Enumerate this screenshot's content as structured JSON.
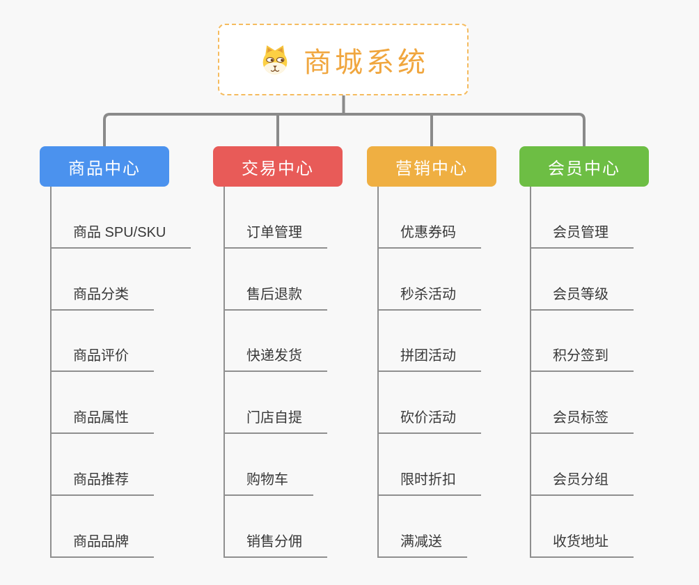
{
  "root": {
    "title": "商城系统",
    "icon": "dog-face-icon",
    "title_color": "#f0a63e",
    "border_color": "#f5bb5e"
  },
  "connector_color": "#8a8a8a",
  "branches": [
    {
      "label": "商品中心",
      "color": "#4b92ee",
      "items": [
        "商品 SPU/SKU",
        "商品分类",
        "商品评价",
        "商品属性",
        "商品推荐",
        "商品品牌"
      ]
    },
    {
      "label": "交易中心",
      "color": "#e85b58",
      "items": [
        "订单管理",
        "售后退款",
        "快递发货",
        "门店自提",
        "购物车",
        "销售分佣"
      ]
    },
    {
      "label": "营销中心",
      "color": "#efaf42",
      "items": [
        "优惠券码",
        "秒杀活动",
        "拼团活动",
        "砍价活动",
        "限时折扣",
        "满减送"
      ]
    },
    {
      "label": "会员中心",
      "color": "#6dbe44",
      "items": [
        "会员管理",
        "会员等级",
        "积分签到",
        "会员标签",
        "会员分组",
        "收货地址"
      ]
    }
  ]
}
